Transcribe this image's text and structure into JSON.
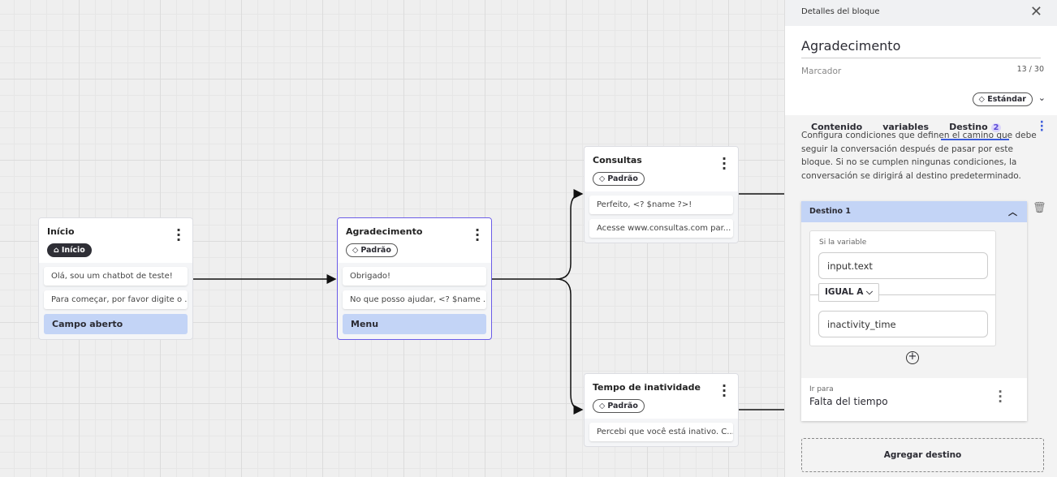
{
  "canvas": {
    "blocks": [
      {
        "title": "Início",
        "tag": "Início",
        "tag_icon": "home-icon",
        "messages": [
          "Olá, sou um chatbot de teste!",
          "Para começar, por favor digite o ..."
        ],
        "input": "Campo aberto"
      },
      {
        "title": "Agradecimento",
        "tag": "Padrão",
        "tag_icon": "tag-icon",
        "messages": [
          "Obrigado!",
          "No que posso ajudar, <? $name ..."
        ],
        "input": "Menu",
        "selected": true
      },
      {
        "title": "Consultas",
        "tag": "Padrão",
        "tag_icon": "tag-icon",
        "messages": [
          "Perfeito, <? $name ?>!",
          "Acesse www.consultas.com par..."
        ]
      },
      {
        "title": "Tempo de inatividade",
        "tag": "Padrão",
        "tag_icon": "tag-icon",
        "messages": [
          "Percebi que você está inativo. C..."
        ]
      }
    ]
  },
  "panel": {
    "header": "Detalles del bloque",
    "name": "Agradecimento",
    "char_count": "13 / 30",
    "marker_label": "Marcador",
    "marker_value": "Estándar",
    "tabs": [
      {
        "label": "Contenido"
      },
      {
        "label": "variables"
      },
      {
        "label": "Destino",
        "badge": "2",
        "active": true
      }
    ],
    "description": "Configura condiciones que definen el camino que debe seguir la conversación después de pasar por este bloque. Si no se cumplen ningunas condiciones, la conversación se dirigirá al destino predeterminado.",
    "destination": {
      "title": "Destino 1",
      "if_label": "Si la variable",
      "variable": "input.text",
      "operator": "IGUAL A",
      "value": "inactivity_time",
      "goto_label": "Ir para",
      "goto_value": "Falta del tiempo"
    },
    "add_button": "Agregar destino"
  },
  "colors": {
    "accent": "#3b5bdb",
    "selected_border": "#6b5ce7",
    "input_bg": "#c3d4f6"
  }
}
